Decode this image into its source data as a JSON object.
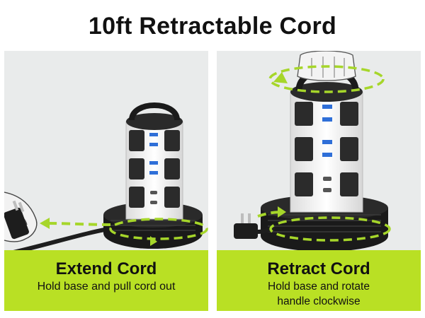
{
  "title": "10ft Retractable Cord",
  "panels": [
    {
      "heading": "Extend Cord",
      "description": "Hold base and pull cord out"
    },
    {
      "heading": "Retract Cord",
      "description_line1": "Hold base and rotate",
      "description_line2": "handle clockwise"
    }
  ],
  "colors": {
    "accent": "#b9e024",
    "arrow": "#9fd62c",
    "panel_bg": "#e9ebeb",
    "tower_white": "#f4f4f4",
    "tower_dark": "#2b2b2b"
  }
}
